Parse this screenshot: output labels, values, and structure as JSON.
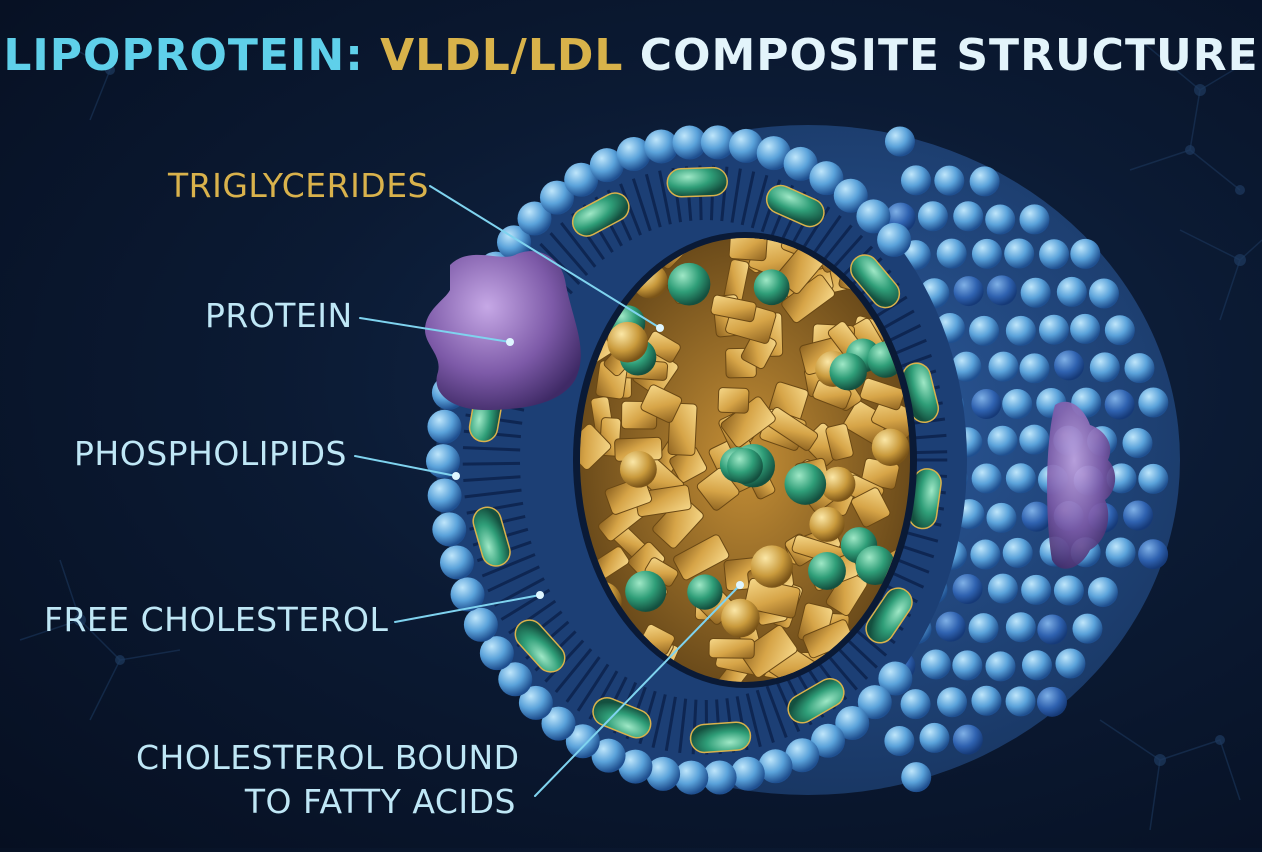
{
  "title": {
    "part1": "LIPOPROTEIN:",
    "part2": "VLDL/LDL",
    "part3": "COMPOSITE STRUCTURE"
  },
  "labels": {
    "triglycerides": "TRIGLYCERIDES",
    "protein": "PROTEIN",
    "phospholipids": "PHOSPHOLIPIDS",
    "free_cholesterol": "FREE CHOLESTEROL",
    "cholesterol_bound_line1": "CHOLESTEROL BOUND",
    "cholesterol_bound_line2": "TO FATTY ACIDS"
  },
  "colors": {
    "background": "#0b1a33",
    "title_cyan": "#5fd0ea",
    "title_gold": "#d8b24a",
    "label_blue": "#bfe7f6",
    "label_gold": "#d9b24c",
    "shell_blue": "#3f86c8",
    "core_gold": "#d7a443",
    "cholesterol_green": "#2f9e78",
    "protein_purple": "#8a6bb4"
  }
}
